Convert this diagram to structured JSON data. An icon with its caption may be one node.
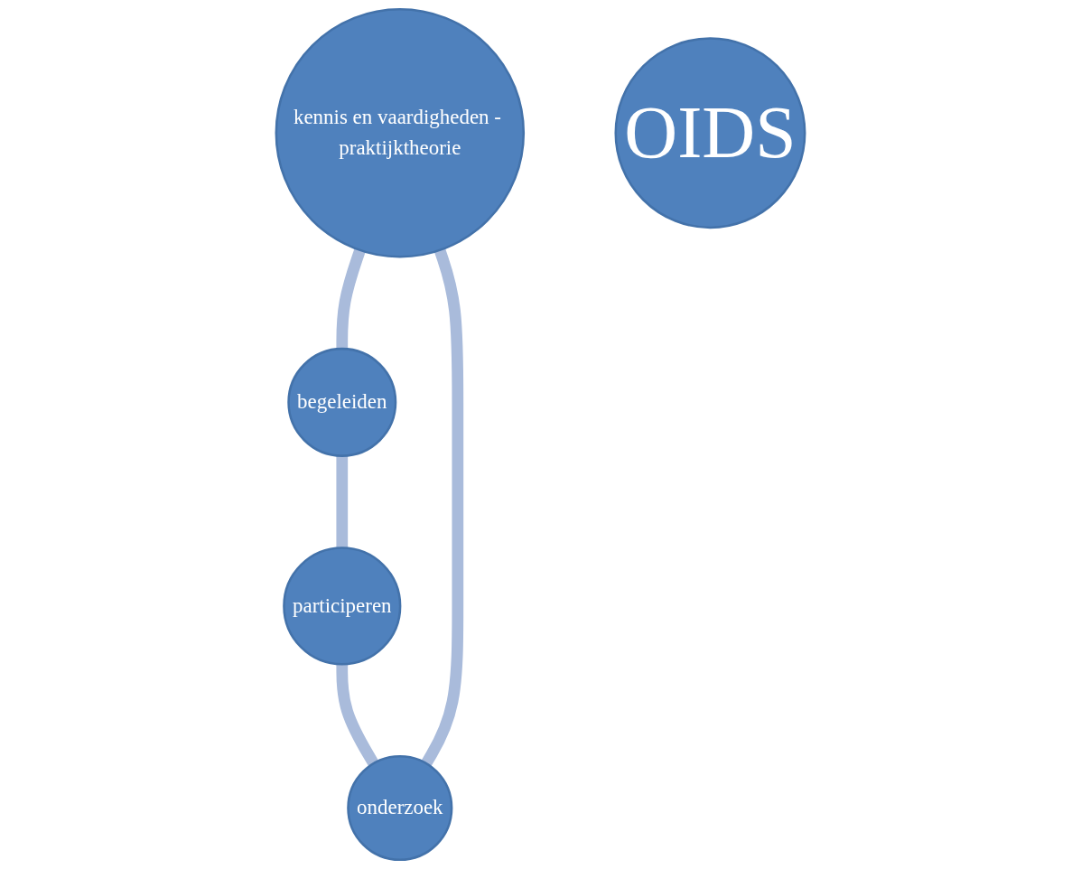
{
  "diagram": {
    "nodes": [
      {
        "text": [
          "kennis en vaardigheden - praktijktheorie"
        ]
      },
      {
        "text": [
          "onderzoek"
        ]
      },
      {
        "text": [
          "OIDS"
        ]
      },
      {
        "text": [
          "begeleiden"
        ]
      },
      {
        "text": [
          "participeren"
        ]
      }
    ],
    "edges": [
      {
        "from": 0,
        "to": 3,
        "arrow": "none"
      },
      {
        "from": 3,
        "to": 4,
        "arrow": "none"
      },
      {
        "from": 4,
        "to": 1,
        "arrow": "none"
      },
      {
        "from": 1,
        "to": 0,
        "arrow": "none"
      }
    ]
  }
}
